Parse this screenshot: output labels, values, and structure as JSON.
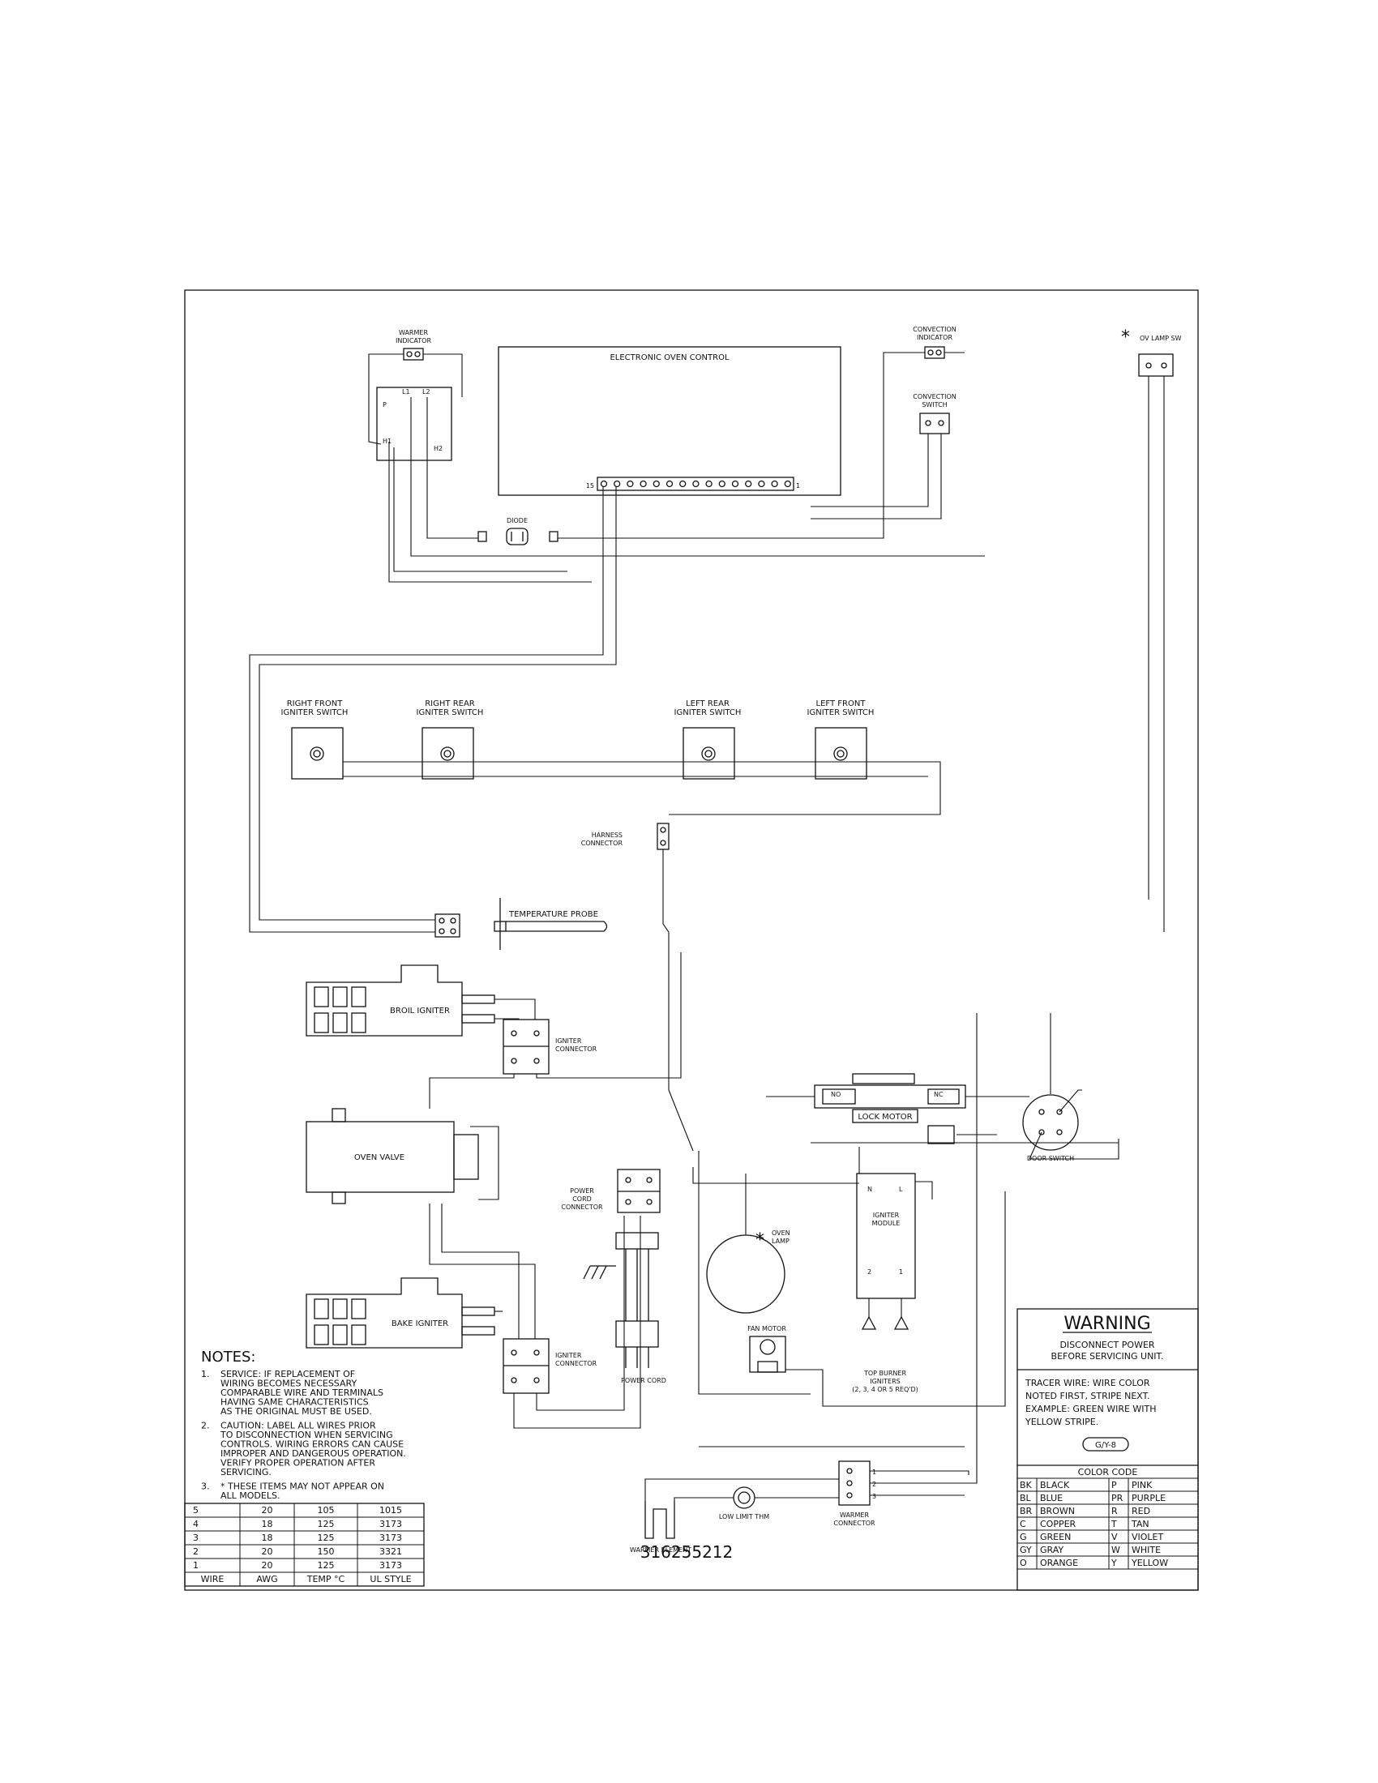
{
  "diagram": {
    "oven_control_label": "ELECTRONIC OVEN CONTROL",
    "control_pin_first": "15",
    "control_pin_last": "1",
    "warmer_indicator": [
      "WARMER",
      "INDICATOR"
    ],
    "convection_indicator": [
      "CONVECTION",
      "INDICATOR"
    ],
    "convection_switch": [
      "CONVECTION",
      "SWITCH"
    ],
    "lamp_switch": "OV LAMP SW",
    "asterisk": "*",
    "pins": {
      "p": "P",
      "l1": "L1",
      "l2": "L2",
      "h1": "H1",
      "h2": "H2",
      "no": "NO",
      "nc": "NC",
      "n": "N",
      "l": "L",
      "one": "1",
      "two": "2",
      "three": "3"
    },
    "diode": "DIODE",
    "right_front_igniter": [
      "RIGHT FRONT",
      "IGNITER SWITCH"
    ],
    "right_rear_igniter": [
      "RIGHT REAR",
      "IGNITER SWITCH"
    ],
    "left_rear_igniter": [
      "LEFT REAR",
      "IGNITER SWITCH"
    ],
    "left_front_igniter": [
      "LEFT FRONT",
      "IGNITER SWITCH"
    ],
    "harness_connector": [
      "HARNESS",
      "CONNECTOR"
    ],
    "temperature_probe": "TEMPERATURE PROBE",
    "broil_igniter": "BROIL IGNITER",
    "igniter_connector": [
      "IGNITER",
      "CONNECTOR"
    ],
    "oven_valve": "OVEN VALVE",
    "lock_motor": "LOCK MOTOR",
    "door_switch": "DOOR SWITCH",
    "power_cord_connector": [
      "POWER",
      "CORD",
      "CONNECTOR"
    ],
    "oven_lamp": [
      "OVEN",
      "LAMP"
    ],
    "igniter_module": [
      "IGNITER",
      "MODULE"
    ],
    "bake_igniter": "BAKE IGNITER",
    "power_cord": "POWER CORD",
    "fan_motor": "FAN MOTOR",
    "top_burner_igniters": [
      "TOP BURNER",
      "IGNITERS",
      "(2, 3, 4 OR 5 REQ'D)"
    ],
    "low_limit_thm": "LOW LIMIT THM",
    "warmer_element": "WARMER ELEMENT",
    "warmer_connector": [
      "WARMER",
      "CONNECTOR"
    ]
  },
  "notes": {
    "heading": "NOTES:",
    "items": [
      {
        "num": "1.",
        "lines": [
          "SERVICE:  IF REPLACEMENT OF",
          "WIRING BECOMES NECESSARY",
          "COMPARABLE WIRE AND TERMINALS",
          "HAVING SAME CHARACTERISTICS",
          "AS THE ORIGINAL MUST BE USED."
        ]
      },
      {
        "num": "2.",
        "lines": [
          "CAUTION:  LABEL ALL WIRES PRIOR",
          "TO DISCONNECTION WHEN SERVICING",
          "CONTROLS.  WIRING ERRORS CAN CAUSE",
          "IMPROPER AND DANGEROUS OPERATION.",
          "VERIFY PROPER OPERATION AFTER",
          "SERVICING."
        ]
      },
      {
        "num": "3.",
        "lines": [
          "* THESE ITEMS MAY NOT APPEAR ON",
          "ALL MODELS."
        ]
      }
    ]
  },
  "wire_table": {
    "headers": [
      "WIRE",
      "AWG",
      "TEMP °C",
      "UL STYLE"
    ],
    "rows": [
      [
        "5",
        "20",
        "105",
        "1015"
      ],
      [
        "4",
        "18",
        "125",
        "3173"
      ],
      [
        "3",
        "18",
        "125",
        "3173"
      ],
      [
        "2",
        "20",
        "150",
        "3321"
      ],
      [
        "1",
        "20",
        "125",
        "3173"
      ]
    ]
  },
  "part_number": "316255212",
  "warning": {
    "title": "WARNING",
    "lines": [
      "DISCONNECT POWER",
      "BEFORE SERVICING UNIT."
    ],
    "tracer_lines": [
      "TRACER WIRE:  WIRE COLOR",
      "NOTED FIRST, STRIPE NEXT.",
      "EXAMPLE:  GREEN WIRE WITH",
      "YELLOW STRIPE."
    ],
    "example_tag": "G/Y-8"
  },
  "color_code": {
    "title": "COLOR CODE",
    "rows": [
      [
        "BK",
        "BLACK",
        "P",
        "PINK"
      ],
      [
        "BL",
        "BLUE",
        "PR",
        "PURPLE"
      ],
      [
        "BR",
        "BROWN",
        "R",
        "RED"
      ],
      [
        "C",
        "COPPER",
        "T",
        "TAN"
      ],
      [
        "G",
        "GREEN",
        "V",
        "VIOLET"
      ],
      [
        "GY",
        "GRAY",
        "W",
        "WHITE"
      ],
      [
        "O",
        "ORANGE",
        "Y",
        "YELLOW"
      ]
    ]
  }
}
